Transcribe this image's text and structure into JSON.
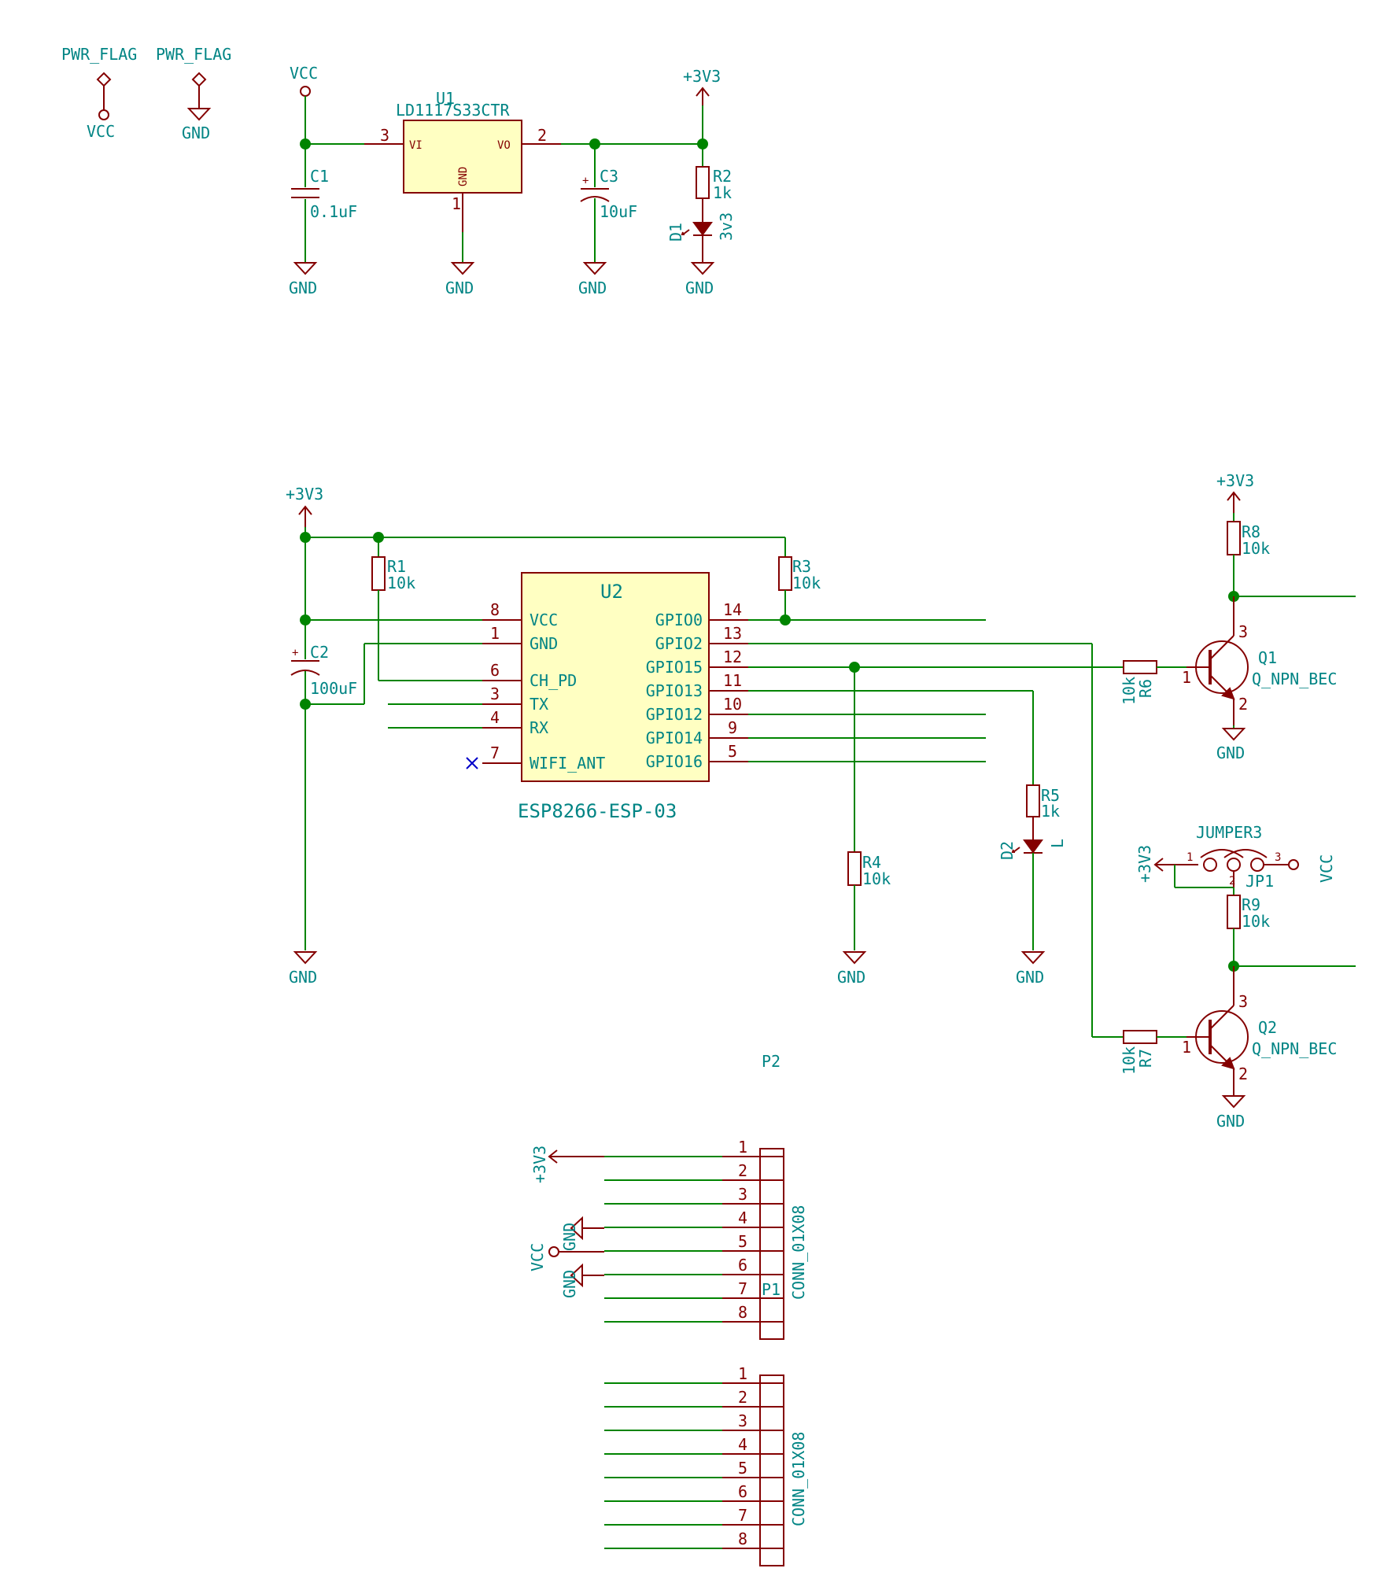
{
  "flags": {
    "pwr_flag_1": "PWR_FLAG",
    "pwr_flag_2": "PWR_FLAG",
    "vcc": "VCC",
    "gnd": "GND"
  },
  "power": {
    "vcc": "VCC",
    "p3v3": "+3V3",
    "gnd": "GND"
  },
  "regulator": {
    "ref": "U1",
    "value": "LD1117S33CTR",
    "pin_vi": "VI",
    "pin_vo": "VO",
    "pin_gnd": "GND",
    "pin_vi_num": "3",
    "pin_vo_num": "2",
    "pin_gnd_num": "1"
  },
  "c1": {
    "ref": "C1",
    "value": "0.1uF"
  },
  "c2": {
    "ref": "C2",
    "value": "100uF"
  },
  "c3": {
    "ref": "C3",
    "value": "10uF"
  },
  "r1": {
    "ref": "R1",
    "value": "10k"
  },
  "r2": {
    "ref": "R2",
    "value": "1k"
  },
  "r3": {
    "ref": "R3",
    "value": "10k"
  },
  "r4": {
    "ref": "R4",
    "value": "10k"
  },
  "r5": {
    "ref": "R5",
    "value": "1k"
  },
  "r6": {
    "ref": "R6",
    "value": "10k"
  },
  "r7": {
    "ref": "R7",
    "value": "10k"
  },
  "r8": {
    "ref": "R8",
    "value": "10k"
  },
  "r9": {
    "ref": "R9",
    "value": "10k"
  },
  "d1": {
    "ref": "D1",
    "value": "3v3"
  },
  "d2": {
    "ref": "D2",
    "value": "L"
  },
  "esp": {
    "ref": "U2",
    "value": "ESP8266-ESP-03",
    "left_pins": [
      {
        "name": "VCC",
        "num": "8"
      },
      {
        "name": "GND",
        "num": "1"
      },
      {
        "name": "CH_PD",
        "num": "6"
      },
      {
        "name": "TX",
        "num": "3"
      },
      {
        "name": "RX",
        "num": "4"
      },
      {
        "name": "WIFI_ANT",
        "num": "7"
      }
    ],
    "right_pins": [
      {
        "name": "GPIO0",
        "num": "14"
      },
      {
        "name": "GPIO2",
        "num": "13"
      },
      {
        "name": "GPIO15",
        "num": "12"
      },
      {
        "name": "GPIO13",
        "num": "11"
      },
      {
        "name": "GPIO12",
        "num": "10"
      },
      {
        "name": "GPIO14",
        "num": "9"
      },
      {
        "name": "GPIO16",
        "num": "5"
      }
    ]
  },
  "q1": {
    "ref": "Q1",
    "value": "Q_NPN_BEC",
    "pin_b": "1",
    "pin_c": "3",
    "pin_e": "2"
  },
  "q2": {
    "ref": "Q2",
    "value": "Q_NPN_BEC",
    "pin_b": "1",
    "pin_c": "3",
    "pin_e": "2"
  },
  "jumper": {
    "value": "JUMPER3",
    "ref": "JP1",
    "pin1": "1",
    "pin2": "2",
    "pin3": "3"
  },
  "p1": {
    "ref": "P1",
    "value": "CONN_01X08",
    "pins": [
      "1",
      "2",
      "3",
      "4",
      "5",
      "6",
      "7",
      "8"
    ]
  },
  "p2": {
    "ref": "P2",
    "value": "CONN_01X08",
    "pins": [
      "1",
      "2",
      "3",
      "4",
      "5",
      "6",
      "7",
      "8"
    ]
  }
}
